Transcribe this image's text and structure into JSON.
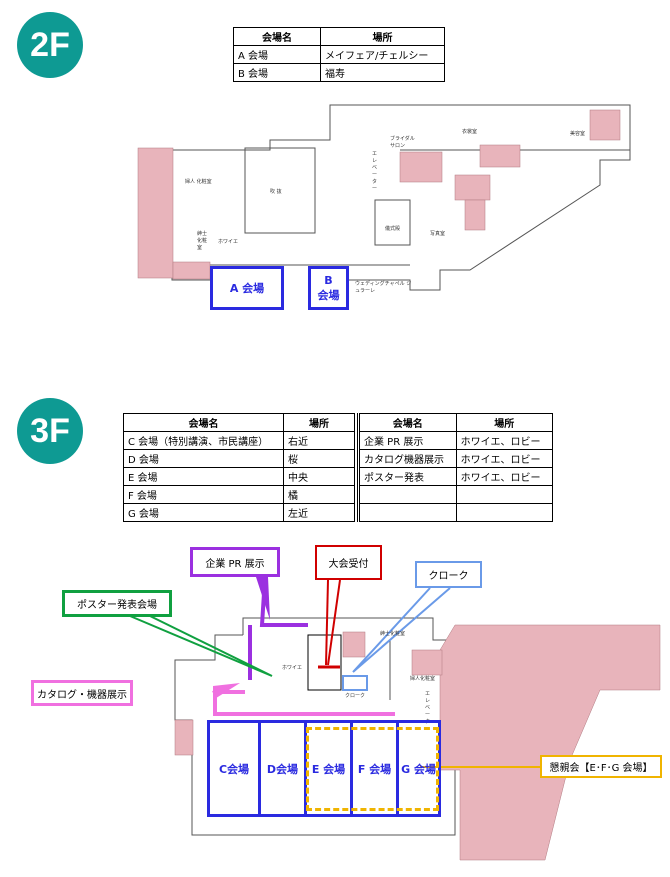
{
  "floor2": {
    "badge": "2F",
    "table": {
      "headers": [
        "会場名",
        "場所"
      ],
      "rows": [
        [
          "A 会場",
          "メイフェア/チェルシー"
        ],
        [
          "B 会場",
          "福寿"
        ]
      ]
    },
    "rooms": {
      "a": "A 会場",
      "b_line1": "B",
      "b_line2": "会場"
    },
    "plan_labels": {
      "atrium": "吹 抜",
      "foyer": "ホワイエ",
      "bridal": "ブライダル サロン",
      "costume": "衣裳室",
      "beauty": "美容室",
      "photo": "写真室",
      "ceremony": "儀式殿",
      "chapel": "ウェディングチャペル ジュラーレ",
      "ladies": "婦人 化粧室",
      "gents": "紳士 化粧室",
      "elevator": "エレベーター"
    }
  },
  "floor3": {
    "badge": "3F",
    "table_left": {
      "headers": [
        "会場名",
        "場所"
      ],
      "rows": [
        [
          "C 会場（特別講演、市民講座）",
          "右近"
        ],
        [
          "D 会場",
          "桜"
        ],
        [
          "E 会場",
          "中央"
        ],
        [
          "F 会場",
          "橘"
        ],
        [
          "G 会場",
          "左近"
        ]
      ]
    },
    "table_right": {
      "headers": [
        "会場名",
        "場所"
      ],
      "rows": [
        [
          "企業 PR 展示",
          "ホワイエ、ロビー"
        ],
        [
          "カタログ機器展示",
          "ホワイエ、ロビー"
        ],
        [
          "ポスター発表",
          "ホワイエ、ロビー"
        ],
        [
          "",
          ""
        ],
        [
          "",
          ""
        ]
      ]
    },
    "callouts": {
      "pr": "企業 PR 展示",
      "reception": "大会受付",
      "cloak": "クローク",
      "poster": "ポスター発表会場",
      "catalog": "カタログ・機器展示",
      "party": "懇親会【E･F･G 会場】"
    },
    "rooms": {
      "c": "C会場",
      "d": "D会場",
      "e": "E 会場",
      "f": "F 会場",
      "g": "G 会場"
    },
    "plan_labels": {
      "foyer": "ホワイエ",
      "cloak": "クローク",
      "ladies": "婦人化粧室",
      "gents": "紳士化粧室",
      "elevator": "エレベーター"
    }
  },
  "colors": {
    "badge": "#0e9a93",
    "room": "#2a2ae0",
    "pink": "#e8b4bb",
    "pr": "#9b30e0",
    "reception": "#d00000",
    "cloak": "#6a9ae8",
    "poster": "#10a040",
    "catalog": "#f070e0",
    "party": "#f0b400"
  }
}
